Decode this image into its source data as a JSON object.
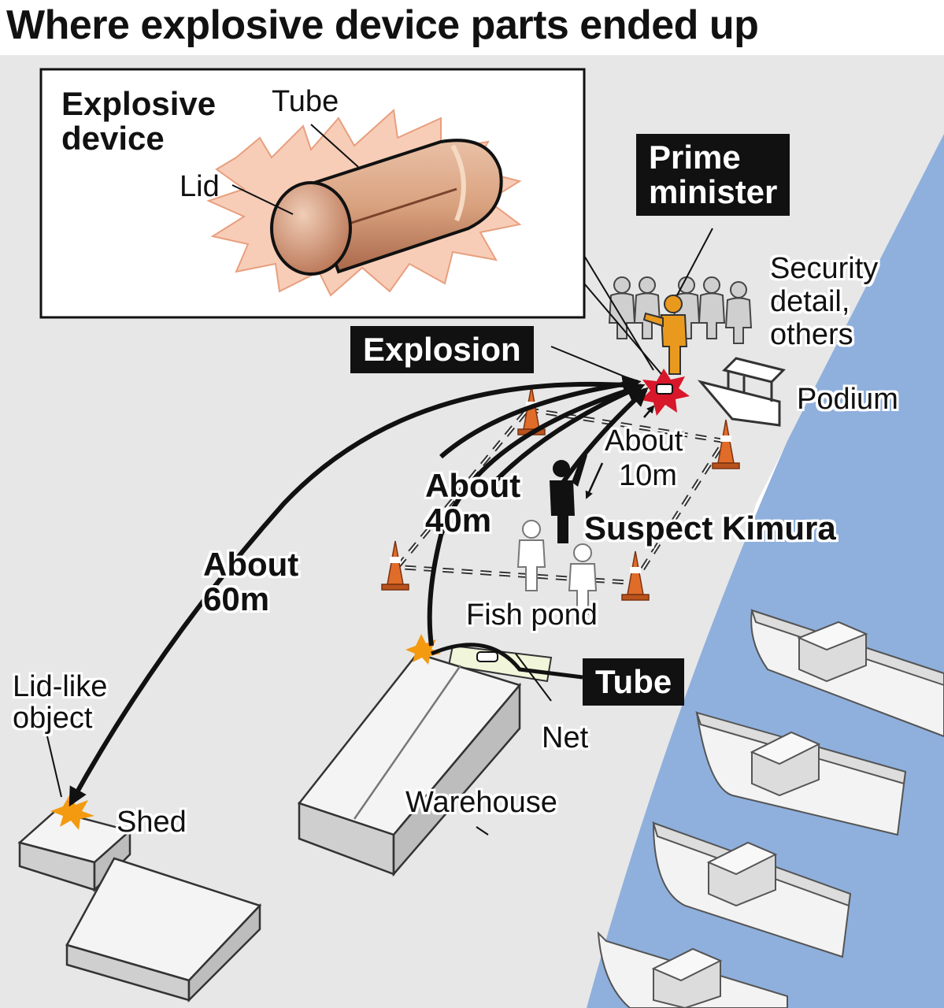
{
  "title": "Where explosive device parts ended up",
  "inset": {
    "heading_line1": "Explosive",
    "heading_line2": "device",
    "tube_label": "Tube",
    "lid_label": "Lid"
  },
  "labels": {
    "prime_minister_line1": "Prime",
    "prime_minister_line2": "minister",
    "security_line1": "Security",
    "security_line2": "detail,",
    "security_line3": "others",
    "explosion": "Explosion",
    "podium": "Podium",
    "about_10m_line1": "About",
    "about_10m_line2": "10m",
    "about_40m_line1": "About",
    "about_40m_line2": "40m",
    "suspect": "Suspect Kimura",
    "about_60m_line1": "About",
    "about_60m_line2": "60m",
    "fish_pond": "Fish pond",
    "tube": "Tube",
    "net": "Net",
    "lid_like_line1": "Lid-like",
    "lid_like_line2": "object",
    "shed": "Shed",
    "warehouse": "Warehouse"
  },
  "colors": {
    "ground": "#e7e7e7",
    "water": "#8fb0dd",
    "device": "#d9a27f",
    "burst": "#f7cdb8",
    "prime_minister_figure": "#e99a1e",
    "explosion_mark": "#d8172a",
    "cone": "#e06c2a",
    "impact_burst": "#f39a10"
  }
}
